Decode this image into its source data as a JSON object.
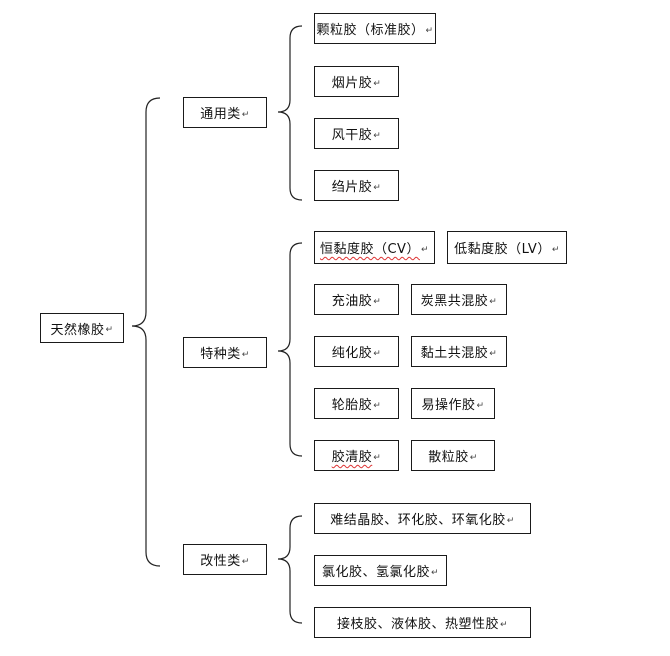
{
  "root": {
    "label": "天然橡胶"
  },
  "paragraph_mark": "↵",
  "categories": [
    {
      "label": "通用类",
      "items": [
        "颗粒胶（标准胶）",
        "烟片胶",
        "风干胶",
        "绉片胶"
      ]
    },
    {
      "label": "特种类",
      "items": [
        "恒黏度胶（CV）",
        "低黏度胶（LV）",
        "充油胶",
        "炭黑共混胶",
        "纯化胶",
        "黏土共混胶",
        "轮胎胶",
        "易操作胶",
        "胶清胶",
        "散粒胶"
      ]
    },
    {
      "label": "改性类",
      "items": [
        "难结晶胶、环化胶、环氧化胶",
        "氯化胶、氢氯化胶",
        "接枝胶、液体胶、热塑性胶"
      ]
    }
  ]
}
